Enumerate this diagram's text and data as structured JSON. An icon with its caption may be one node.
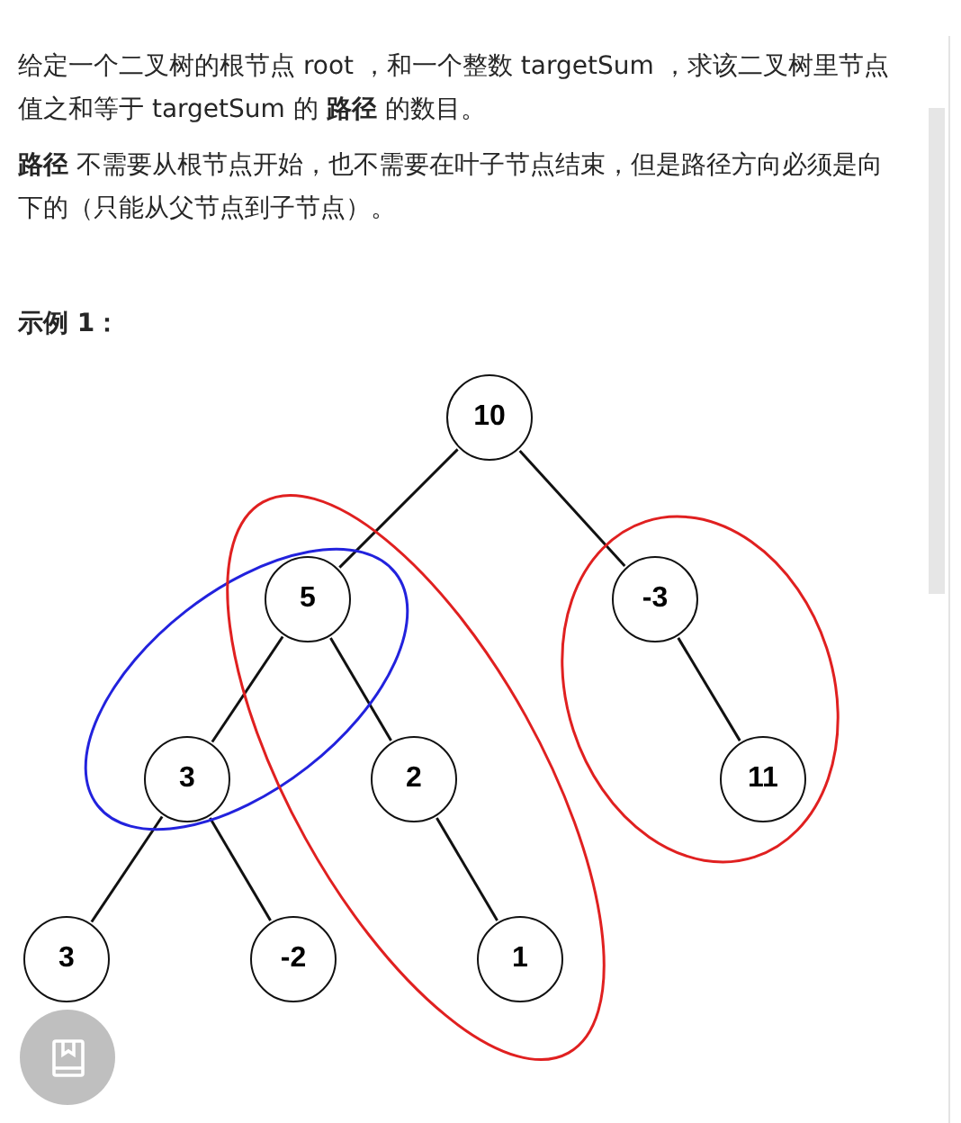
{
  "diagram": {
    "nodes": [
      {
        "text": [
          "10"
        ]
      },
      {
        "text": [
          "5"
        ]
      },
      {
        "text": [
          "-3"
        ]
      },
      {
        "text": [
          "3"
        ]
      },
      {
        "text": [
          "2"
        ]
      },
      {
        "text": [
          "11"
        ]
      },
      {
        "text": [
          "3"
        ]
      },
      {
        "text": [
          "-2"
        ]
      },
      {
        "text": [
          "1"
        ]
      }
    ],
    "edges": [
      {
        "from": 0,
        "to": 1,
        "arrow": "none"
      },
      {
        "from": 0,
        "to": 2,
        "arrow": "none"
      },
      {
        "from": 1,
        "to": 3,
        "arrow": "none"
      },
      {
        "from": 1,
        "to": 4,
        "arrow": "none"
      },
      {
        "from": 2,
        "to": 5,
        "arrow": "none"
      },
      {
        "from": 3,
        "to": 6,
        "arrow": "none"
      },
      {
        "from": 3,
        "to": 7,
        "arrow": "none"
      },
      {
        "from": 4,
        "to": 8,
        "arrow": "none"
      }
    ],
    "labels": [
      "给定一个二叉树的根节点 root ，和一个整数 targetSum ，求该二叉树里节点值之和等于 targetSum 的 **路径** 的数目。",
      "**路径** 不需要从根节点开始，也不需要在叶子节点结束，但是路径方向必须是向下的（只能从父节点到子节点）。",
      "示例 1："
    ]
  }
}
